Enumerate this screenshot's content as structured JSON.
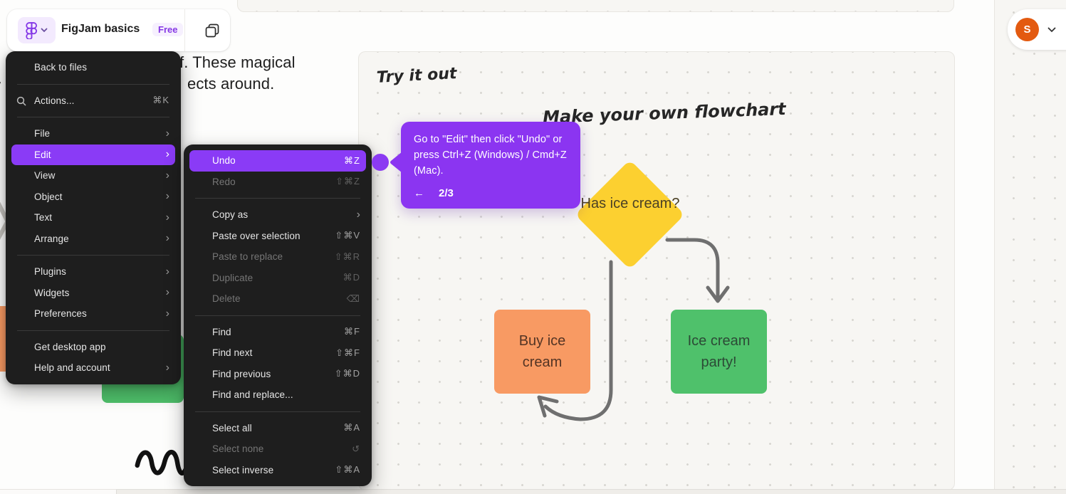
{
  "app": {
    "file_name": "FigJam basics",
    "plan_badge": "Free"
  },
  "user": {
    "avatar_initial": "S"
  },
  "background_text": {
    "line1": "f. These magical",
    "line2": "ects around.",
    "edge_fragment_top": "n",
    "edge_fragment_bottom": "w"
  },
  "main_menu": {
    "items": [
      {
        "label": "Back to files"
      },
      {
        "label": "Actions...",
        "shortcut": "⌘K",
        "icon": "search-icon"
      },
      {
        "label": "File",
        "has_submenu": true
      },
      {
        "label": "Edit",
        "has_submenu": true,
        "highlighted": true
      },
      {
        "label": "View",
        "has_submenu": true
      },
      {
        "label": "Object",
        "has_submenu": true
      },
      {
        "label": "Text",
        "has_submenu": true
      },
      {
        "label": "Arrange",
        "has_submenu": true
      },
      {
        "label": "Plugins",
        "has_submenu": true
      },
      {
        "label": "Widgets",
        "has_submenu": true
      },
      {
        "label": "Preferences",
        "has_submenu": true
      },
      {
        "label": "Get desktop app"
      },
      {
        "label": "Help and account",
        "has_submenu": true
      }
    ]
  },
  "edit_submenu": {
    "items": [
      {
        "label": "Undo",
        "shortcut": "⌘Z",
        "highlighted": true
      },
      {
        "label": "Redo",
        "shortcut": "⇧⌘Z",
        "disabled": true
      },
      {
        "label": "Copy as",
        "has_submenu": true
      },
      {
        "label": "Paste over selection",
        "shortcut": "⇧⌘V"
      },
      {
        "label": "Paste to replace",
        "shortcut": "⇧⌘R",
        "disabled": true
      },
      {
        "label": "Duplicate",
        "shortcut": "⌘D",
        "disabled": true
      },
      {
        "label": "Delete",
        "shortcut": "⌫",
        "disabled": true
      },
      {
        "label": "Find",
        "shortcut": "⌘F"
      },
      {
        "label": "Find next",
        "shortcut": "⇧⌘F"
      },
      {
        "label": "Find previous",
        "shortcut": "⇧⌘D"
      },
      {
        "label": "Find and replace..."
      },
      {
        "label": "Select all",
        "shortcut": "⌘A"
      },
      {
        "label": "Select none",
        "shortcut": "↺",
        "disabled": true
      },
      {
        "label": "Select inverse",
        "shortcut": "⇧⌘A"
      }
    ]
  },
  "tooltip": {
    "text": "Go to \"Edit\" then click \"Undo\" or press Ctrl+Z (Windows) / Cmd+Z (Mac).",
    "back_icon": "←",
    "step_counter": "2/3"
  },
  "canvas": {
    "section_label": "Try it out",
    "flowchart_title": "Make your own flowchart",
    "diamond_label": "Has ice cream?",
    "left_box_label": "Buy ice cream",
    "right_box_label": "Ice cream party!"
  },
  "colors": {
    "menu_highlight": "#8A3BF6",
    "tooltip_purple": "#8B35F1",
    "diamond_yellow": "#FCD030",
    "box_orange": "#F89A63",
    "box_green": "#4FC16B",
    "avatar_orange": "#E35A10",
    "arrow_gray": "#6F6F6F",
    "menu_bg": "#1E1E1E"
  }
}
